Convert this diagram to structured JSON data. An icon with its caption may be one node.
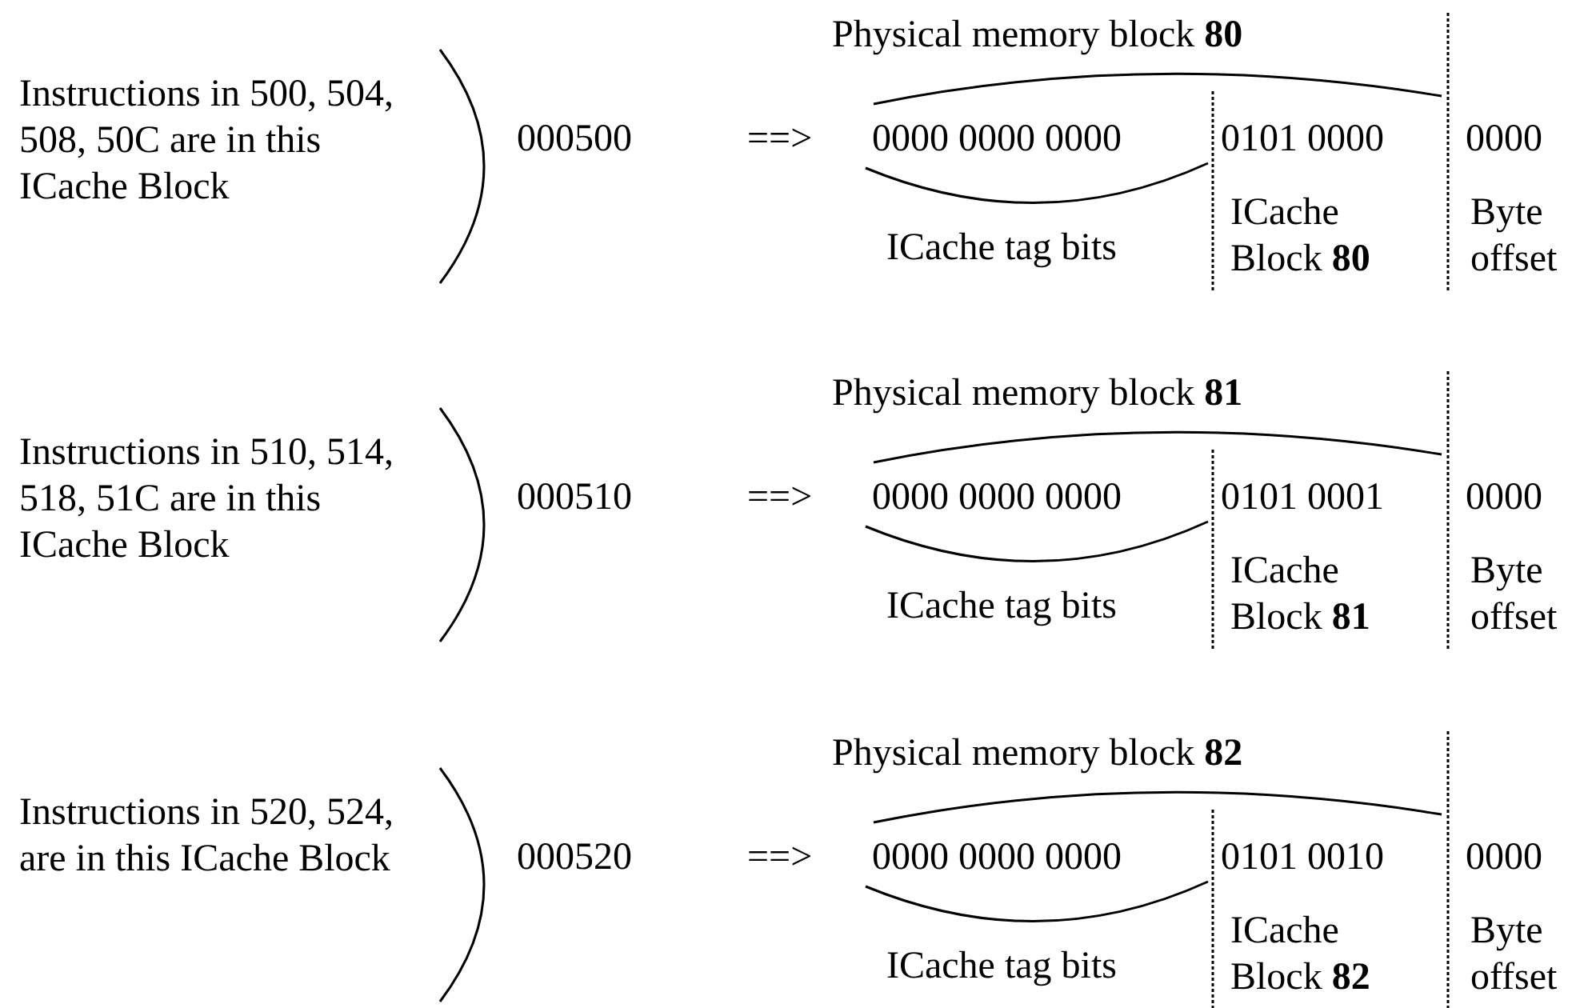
{
  "diagram": {
    "labels": [
      "Physical memory block **80**",
      "Instructions in 500, 504, 508, 50C are in this ICache Block",
      "000500",
      "==>",
      "0000 0000 0000",
      "0101 0000",
      "0000",
      "ICache tag bits",
      "ICache Block **80**",
      "Byte offset",
      "Physical memory block **81**",
      "Instructions in 510, 514, 518, 51C are in this ICache Block",
      "000510",
      "==>",
      "0000 0000 0000",
      "0101 0001",
      "0000",
      "ICache tag bits",
      "ICache Block **81**",
      "Byte offset",
      "Physical memory block **82**",
      "Instructions in 520, 524, are in this ICache Block",
      "000520",
      "==>",
      "0000 0000 0000",
      "0101 0010",
      "0000",
      "ICache tag bits",
      "ICache Block **82**",
      "Byte offset"
    ]
  }
}
